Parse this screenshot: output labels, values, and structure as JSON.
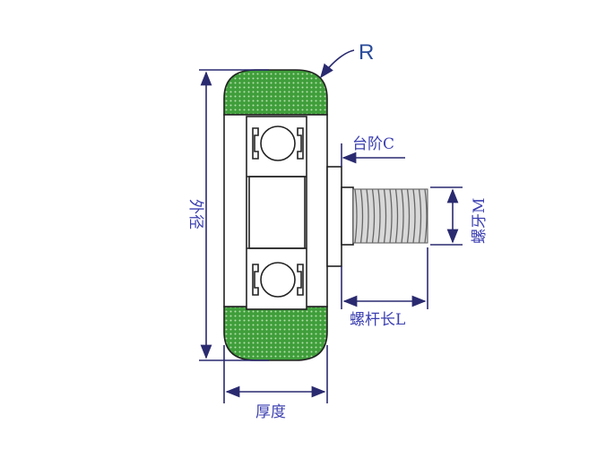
{
  "labels": {
    "radius": "R",
    "step": "台阶C",
    "thread": "螺牙M",
    "screw_length": "螺杆长L",
    "outer_diameter": "外径",
    "thickness": "厚度"
  },
  "colors": {
    "tire": "#3f9e3a",
    "dimension": "#3b3fb0"
  }
}
